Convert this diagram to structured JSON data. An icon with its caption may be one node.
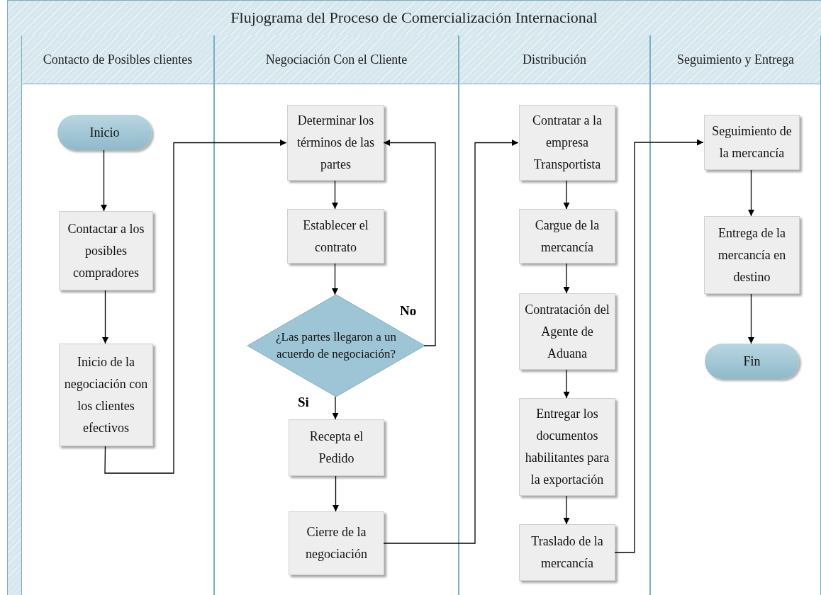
{
  "diagram": {
    "title": "Flujograma del Proceso de Comercialización Internacional",
    "nodes": [
      {
        "text": [
          "Contacto de Posibles clientes"
        ]
      },
      {
        "text": [
          "Negociación Con el Cliente"
        ]
      },
      {
        "text": [
          "Distribución"
        ]
      },
      {
        "text": [
          "Seguimiento y Entrega"
        ]
      },
      {
        "text": [
          "Inicio"
        ],
        "in": 0
      },
      {
        "text": [
          "Contactar a los posibles compradores"
        ],
        "in": 0
      },
      {
        "text": [
          "Inicio de la negociación con los clientes efectivos"
        ],
        "in": 0
      },
      {
        "text": [
          "Determinar los términos de las partes"
        ],
        "in": 1
      },
      {
        "text": [
          "Establecer el contrato"
        ],
        "in": 1
      },
      {
        "text": [
          "¿Las partes llegaron a un acuerdo de negociación?"
        ],
        "in": 1
      },
      {
        "text": [
          "Recepta el Pedido"
        ],
        "in": 1
      },
      {
        "text": [
          "Cierre de la negociación"
        ],
        "in": 1
      },
      {
        "text": [
          "Contratar a la empresa Transportista"
        ],
        "in": 2
      },
      {
        "text": [
          "Cargue de la mercancía"
        ],
        "in": 2
      },
      {
        "text": [
          "Contratación del Agente de Aduana"
        ],
        "in": 2
      },
      {
        "text": [
          "Entregar los documentos habilitantes para la exportación"
        ],
        "in": 2
      },
      {
        "text": [
          "Traslado de la mercancía"
        ],
        "in": 2
      },
      {
        "text": [
          "Seguimiento de la mercancía"
        ],
        "in": 3
      },
      {
        "text": [
          "Entrega de la mercancía en destino"
        ],
        "in": 3
      },
      {
        "text": [
          "Fin"
        ],
        "in": 3
      }
    ],
    "edges": [
      {
        "from": 4,
        "to": 5,
        "arrow": "to"
      },
      {
        "from": 5,
        "to": 6,
        "arrow": "to"
      },
      {
        "from": 6,
        "to": 7,
        "arrow": "to"
      },
      {
        "from": 7,
        "to": 8,
        "arrow": "to"
      },
      {
        "from": 8,
        "to": 9,
        "arrow": "to"
      },
      {
        "from": 9,
        "to": 7,
        "arrow": "to",
        "label": "No"
      },
      {
        "from": 9,
        "to": 10,
        "arrow": "to",
        "label": "Si"
      },
      {
        "from": 10,
        "to": 11,
        "arrow": "to"
      },
      {
        "from": 11,
        "to": 12,
        "arrow": "to"
      },
      {
        "from": 12,
        "to": 13,
        "arrow": "to"
      },
      {
        "from": 13,
        "to": 14,
        "arrow": "to"
      },
      {
        "from": 14,
        "to": 15,
        "arrow": "to"
      },
      {
        "from": 15,
        "to": 16,
        "arrow": "to"
      },
      {
        "from": 16,
        "to": 17,
        "arrow": "to"
      },
      {
        "from": 17,
        "to": 18,
        "arrow": "to"
      },
      {
        "from": 18,
        "to": 19,
        "arrow": "to"
      }
    ]
  }
}
